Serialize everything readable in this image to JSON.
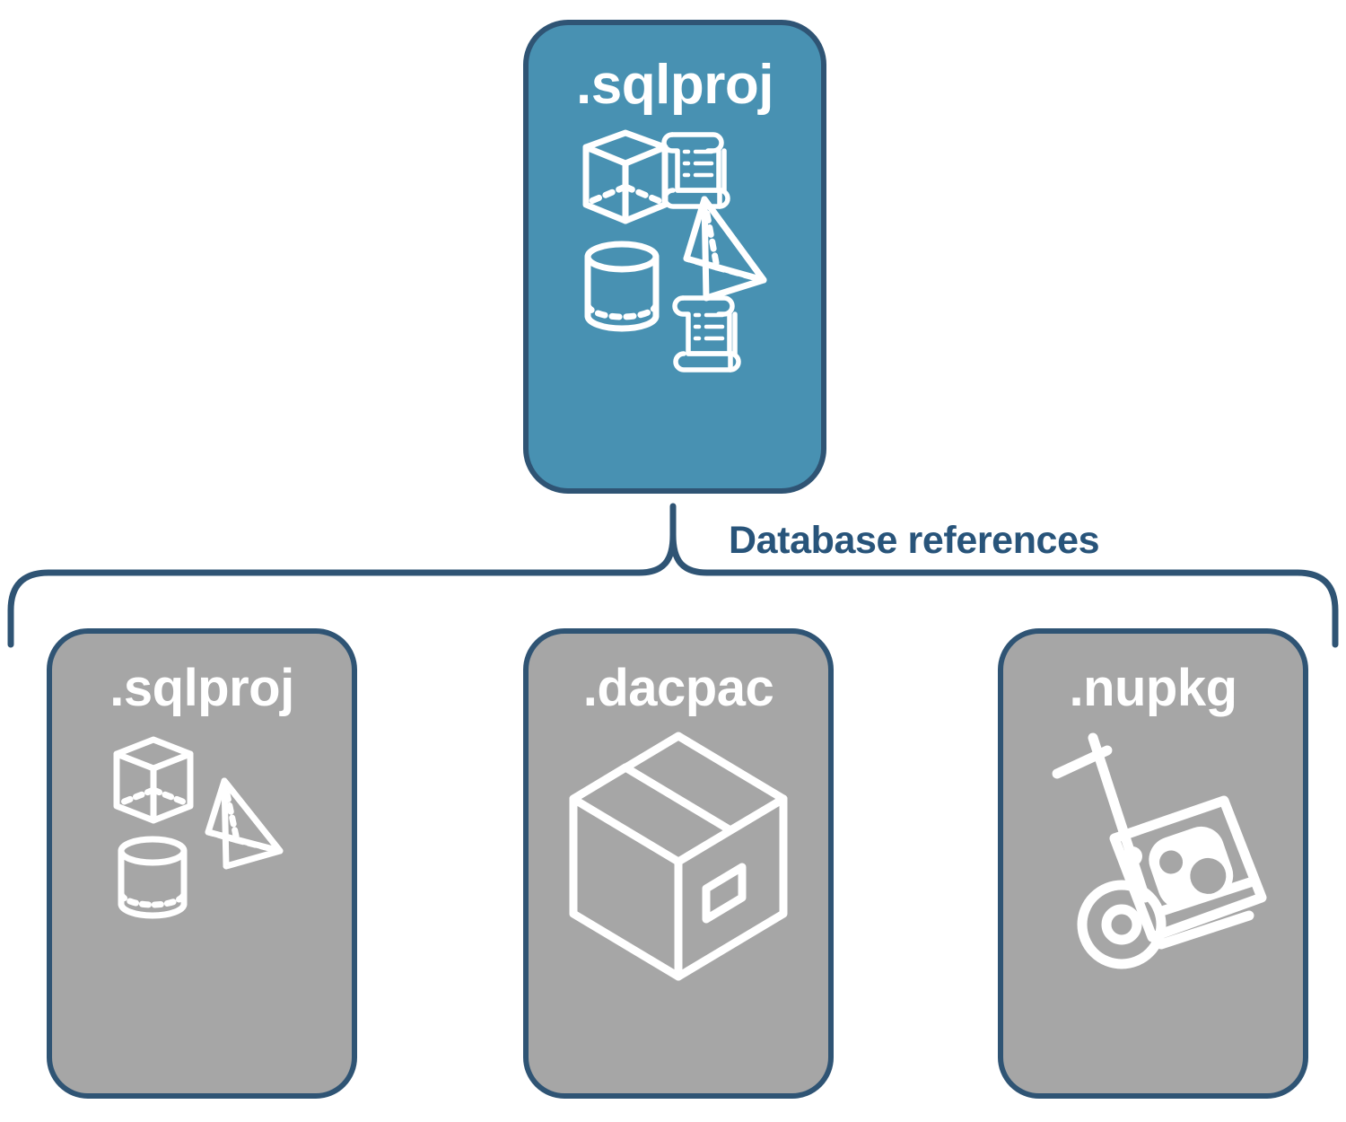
{
  "diagram": {
    "title": "Database references",
    "background_color": "#ffffff",
    "parent": {
      "label": ".sqlproj",
      "fill_color": "#4891b2",
      "border_color": "#2f5474",
      "text_color": "#ffffff",
      "icons": [
        "cube-icon",
        "pyramid-icon",
        "cylinder-icon",
        "scroll-icon",
        "scroll-icon"
      ]
    },
    "connector": {
      "label": "Database references",
      "label_color": "#28547a",
      "line_color": "#2f5474",
      "style": "curly-brace"
    },
    "children": [
      {
        "label": ".sqlproj",
        "fill_color": "#a6a6a6",
        "border_color": "#2f5474",
        "text_color": "#ffffff",
        "icon": "database-objects-icon"
      },
      {
        "label": ".dacpac",
        "fill_color": "#a6a6a6",
        "border_color": "#2f5474",
        "text_color": "#ffffff",
        "icon": "package-box-icon"
      },
      {
        "label": ".nupkg",
        "fill_color": "#a6a6a6",
        "border_color": "#2f5474",
        "text_color": "#ffffff",
        "icon": "hand-truck-nuget-icon"
      }
    ]
  }
}
